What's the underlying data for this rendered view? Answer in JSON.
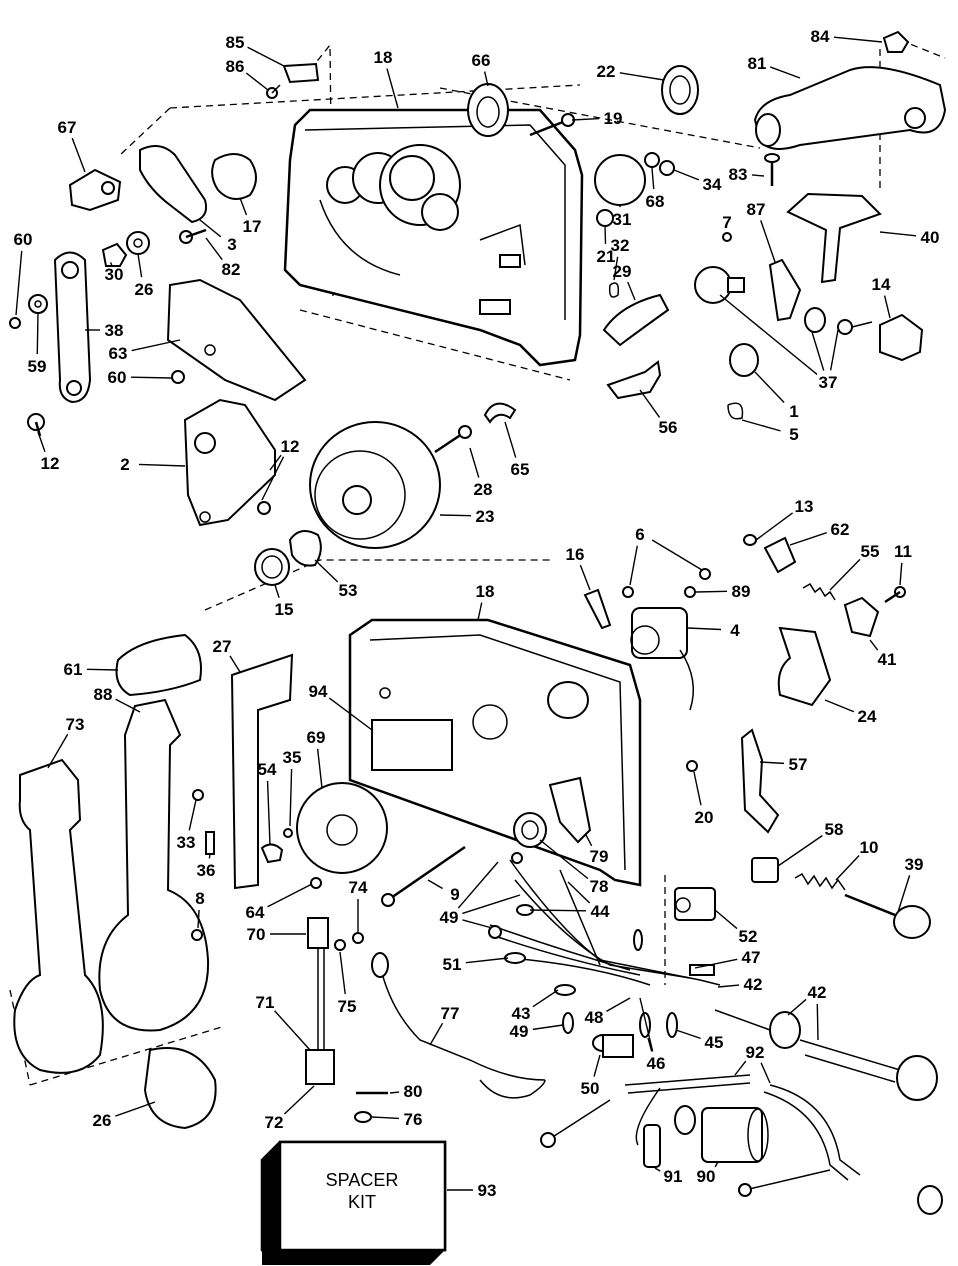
{
  "diagram": {
    "callouts": [
      {
        "id": "c85",
        "text": "85"
      },
      {
        "id": "c86",
        "text": "86"
      },
      {
        "id": "c18a",
        "text": "18"
      },
      {
        "id": "c66",
        "text": "66"
      },
      {
        "id": "c22",
        "text": "22"
      },
      {
        "id": "c84",
        "text": "84"
      },
      {
        "id": "c81",
        "text": "81"
      },
      {
        "id": "c67a",
        "text": "67"
      },
      {
        "id": "c19",
        "text": "19"
      },
      {
        "id": "c34",
        "text": "34"
      },
      {
        "id": "c83",
        "text": "83"
      },
      {
        "id": "c68",
        "text": "68"
      },
      {
        "id": "c31",
        "text": "31"
      },
      {
        "id": "c87",
        "text": "87"
      },
      {
        "id": "c40",
        "text": "40"
      },
      {
        "id": "c7",
        "text": "7"
      },
      {
        "id": "c17",
        "text": "17"
      },
      {
        "id": "c3",
        "text": "3"
      },
      {
        "id": "c21",
        "text": "21"
      },
      {
        "id": "c32",
        "text": "32"
      },
      {
        "id": "c60a",
        "text": "60"
      },
      {
        "id": "c82",
        "text": "82"
      },
      {
        "id": "c29",
        "text": "29"
      },
      {
        "id": "c14",
        "text": "14"
      },
      {
        "id": "c30",
        "text": "30"
      },
      {
        "id": "c26a",
        "text": "26"
      },
      {
        "id": "c38",
        "text": "38"
      },
      {
        "id": "c63",
        "text": "63"
      },
      {
        "id": "c59",
        "text": "59"
      },
      {
        "id": "c60b",
        "text": "60"
      },
      {
        "id": "c37",
        "text": "37"
      },
      {
        "id": "c1",
        "text": "1"
      },
      {
        "id": "c5",
        "text": "5"
      },
      {
        "id": "c56",
        "text": "56"
      },
      {
        "id": "c12a",
        "text": "12"
      },
      {
        "id": "c12b",
        "text": "12"
      },
      {
        "id": "c65",
        "text": "65"
      },
      {
        "id": "c2",
        "text": "2"
      },
      {
        "id": "c28",
        "text": "28"
      },
      {
        "id": "c23",
        "text": "23"
      },
      {
        "id": "c13",
        "text": "13"
      },
      {
        "id": "c62",
        "text": "62"
      },
      {
        "id": "c6",
        "text": "6"
      },
      {
        "id": "c16",
        "text": "16"
      },
      {
        "id": "c55",
        "text": "55"
      },
      {
        "id": "c11",
        "text": "11"
      },
      {
        "id": "c53",
        "text": "53"
      },
      {
        "id": "c15",
        "text": "15"
      },
      {
        "id": "c18b",
        "text": "18"
      },
      {
        "id": "c89",
        "text": "89"
      },
      {
        "id": "c4",
        "text": "4"
      },
      {
        "id": "c41",
        "text": "41"
      },
      {
        "id": "c27",
        "text": "27"
      },
      {
        "id": "c61",
        "text": "61"
      },
      {
        "id": "c24",
        "text": "24"
      },
      {
        "id": "c88",
        "text": "88"
      },
      {
        "id": "c94",
        "text": "94"
      },
      {
        "id": "c73",
        "text": "73"
      },
      {
        "id": "c69",
        "text": "69"
      },
      {
        "id": "c35",
        "text": "35"
      },
      {
        "id": "c57",
        "text": "57"
      },
      {
        "id": "c54",
        "text": "54"
      },
      {
        "id": "c20",
        "text": "20"
      },
      {
        "id": "c33",
        "text": "33"
      },
      {
        "id": "c36",
        "text": "36"
      },
      {
        "id": "c79",
        "text": "79"
      },
      {
        "id": "c58",
        "text": "58"
      },
      {
        "id": "c10",
        "text": "10"
      },
      {
        "id": "c78",
        "text": "78"
      },
      {
        "id": "c39",
        "text": "39"
      },
      {
        "id": "c9",
        "text": "9"
      },
      {
        "id": "c74",
        "text": "74"
      },
      {
        "id": "c44",
        "text": "44"
      },
      {
        "id": "c8",
        "text": "8"
      },
      {
        "id": "c64",
        "text": "64"
      },
      {
        "id": "c49a",
        "text": "49"
      },
      {
        "id": "c52",
        "text": "52"
      },
      {
        "id": "c70",
        "text": "70"
      },
      {
        "id": "c47",
        "text": "47"
      },
      {
        "id": "c51",
        "text": "51"
      },
      {
        "id": "c75",
        "text": "75"
      },
      {
        "id": "c42a",
        "text": "42"
      },
      {
        "id": "c42b",
        "text": "42"
      },
      {
        "id": "c43",
        "text": "43"
      },
      {
        "id": "c71",
        "text": "71"
      },
      {
        "id": "c77",
        "text": "77"
      },
      {
        "id": "c49b",
        "text": "49"
      },
      {
        "id": "c48",
        "text": "48"
      },
      {
        "id": "c45",
        "text": "45"
      },
      {
        "id": "c46",
        "text": "46"
      },
      {
        "id": "c92",
        "text": "92"
      },
      {
        "id": "c50",
        "text": "50"
      },
      {
        "id": "c80",
        "text": "80"
      },
      {
        "id": "c26b",
        "text": "26"
      },
      {
        "id": "c72",
        "text": "72"
      },
      {
        "id": "c76",
        "text": "76"
      },
      {
        "id": "c91",
        "text": "91"
      },
      {
        "id": "c90",
        "text": "90"
      },
      {
        "id": "c93",
        "text": "93"
      }
    ],
    "spacer_kit": {
      "line1": "SPACER",
      "line2": "KIT"
    }
  }
}
